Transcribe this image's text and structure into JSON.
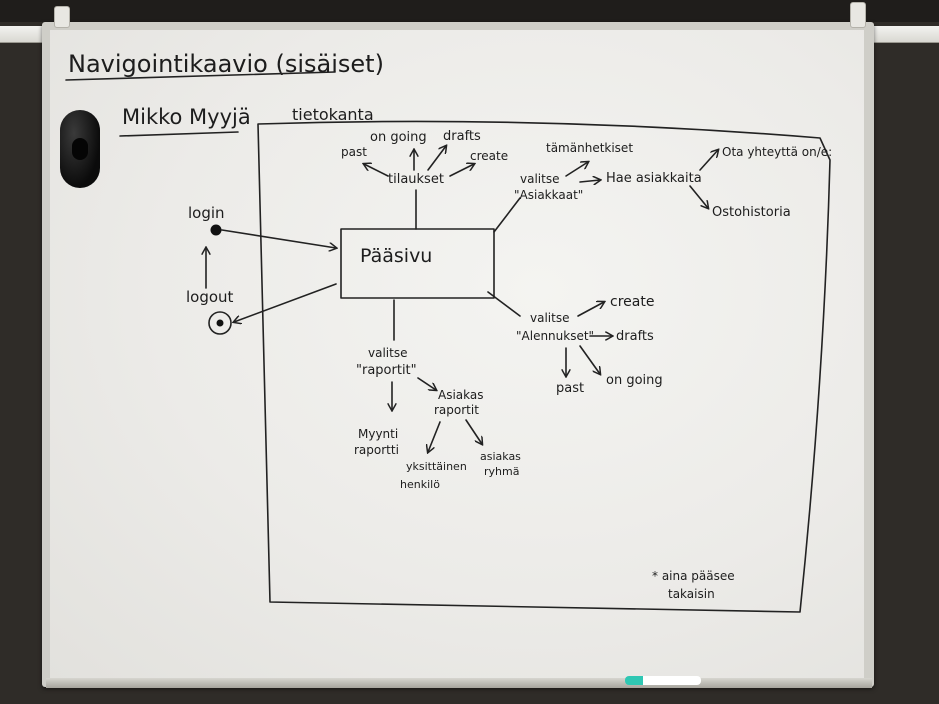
{
  "board": {
    "title": "Navigointikaavio (sisäiset)",
    "author": "Mikko Myyjä",
    "container_label": "tietokanta",
    "nodes": {
      "login": "login",
      "logout": "logout",
      "main_page": "Pääsivu",
      "tilaukset": "tilaukset",
      "past_top": "past",
      "ongoing_top": "on going",
      "drafts_top": "drafts",
      "create_top": "create",
      "tamanhetkiset": "tämänhetkiset",
      "valitse_asiakkaat_1": "valitse",
      "valitse_asiakkaat_2": "\"Asiakkaat\"",
      "hae_asiakkaita": "Hae asiakkaita",
      "ota_yhteytta": "Ota yhteyttä on/e:",
      "ostohistoria": "Ostohistoria",
      "valitse_alennukset_1": "valitse",
      "valitse_alennukset_2": "\"Alennukset\"",
      "create_disc": "create",
      "drafts_disc": "drafts",
      "past_disc": "past",
      "ongoing_disc": "on going",
      "valitse_raportit_1": "valitse",
      "valitse_raportit_2": "\"raportit\"",
      "asiakas_raportit_1": "Asiakas",
      "asiakas_raportit_2": "raportit",
      "myynti_raportti_1": "Myynti",
      "myynti_raportti_2": "raportti",
      "yksittainen_1": "yksittäinen",
      "yksittainen_2": "henkilö",
      "asiakas_ryhma_1": "asiakas",
      "asiakas_ryhma_2": "ryhmä",
      "note_1": "* aina pääsee",
      "note_2": "takaisin"
    }
  },
  "colors": {
    "ink": "#1d1d1d",
    "board": "#efeeeb",
    "frame": "#cfcec8",
    "wall": "#2f2c28",
    "marker_cap": "#2fc7b3"
  }
}
